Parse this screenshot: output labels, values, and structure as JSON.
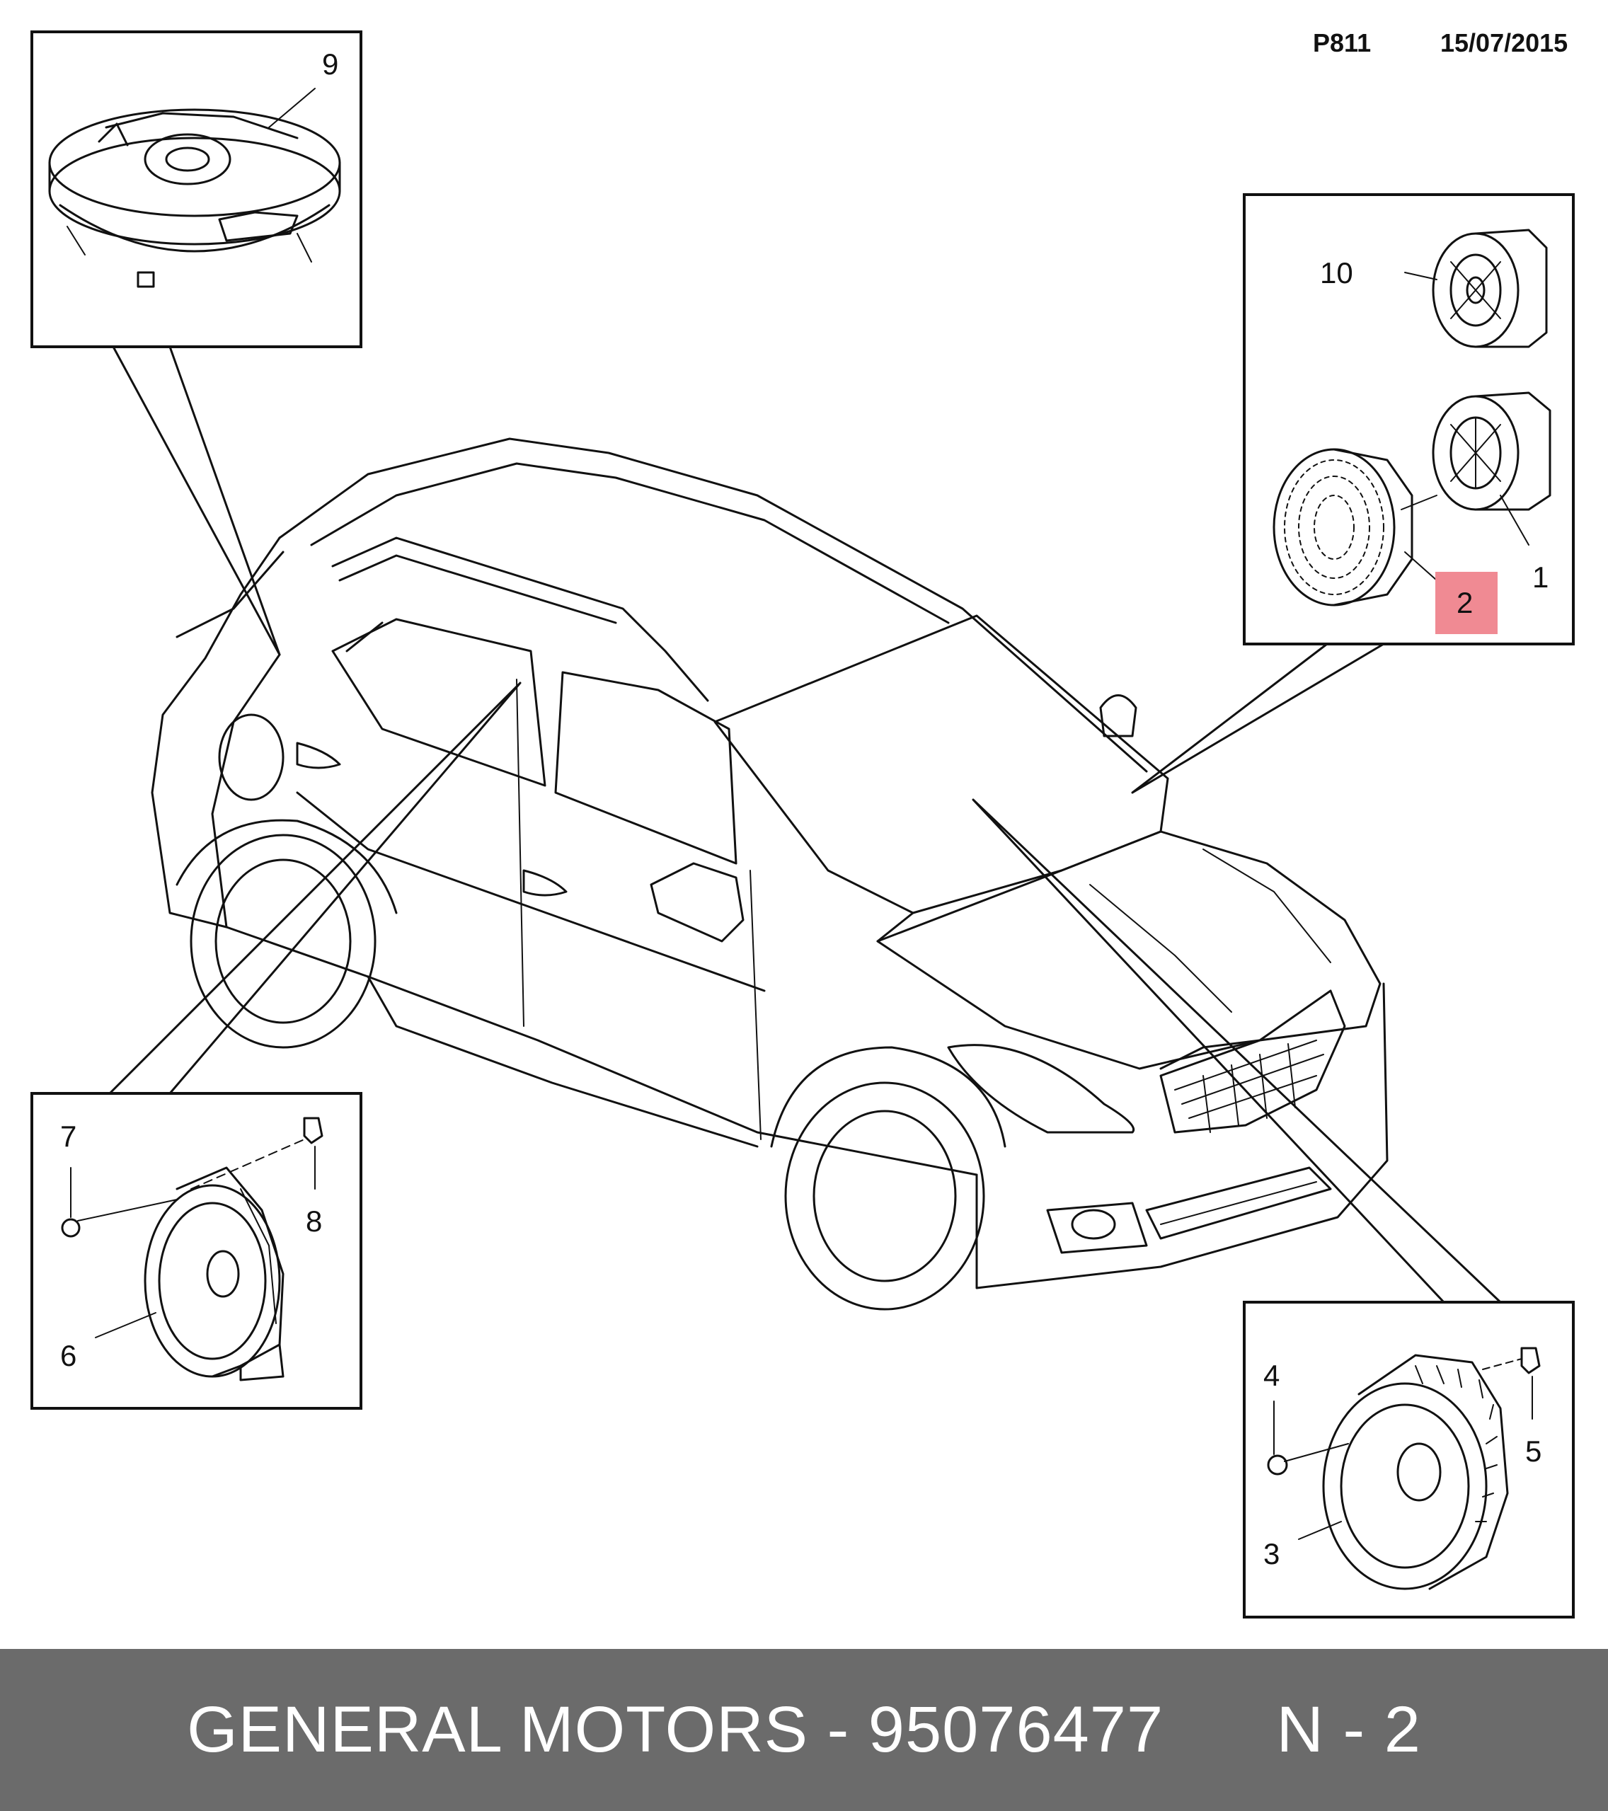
{
  "header": {
    "page_code": "P811",
    "date": "15/07/2015"
  },
  "callouts": {
    "c1": "1",
    "c2": "2",
    "c3": "3",
    "c4": "4",
    "c5": "5",
    "c6": "6",
    "c7": "7",
    "c8": "8",
    "c9": "9",
    "c10": "10"
  },
  "highlight_color": "#f08a93",
  "footer": {
    "brand": "GENERAL MOTORS - 95076477",
    "code": "N - 2"
  }
}
